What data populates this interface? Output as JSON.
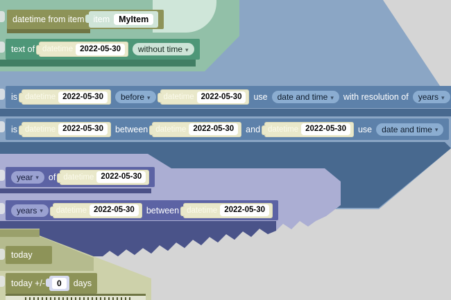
{
  "workspace": {
    "background_gray": "#d5d5d5",
    "card_colors": {
      "blue": "#8ba6c5",
      "teal": "#92c0a8",
      "mint": "#cfe6d9",
      "lavender": "#abaed3",
      "navy_shadow": "#4a5389",
      "olive_light": "#cdd1aa"
    },
    "block_colors": {
      "olive": "#8d9358",
      "teal": "#4e9778",
      "blue": "#5d81aa",
      "indigo": "#5c63a4"
    }
  },
  "blocks": {
    "datetime_from_item": {
      "label": "datetime from item",
      "item": {
        "label": "item",
        "name": "MyItem"
      }
    },
    "text_of": {
      "label": "text of",
      "datetime": {
        "label": "datetime",
        "value": "2022-05-30"
      },
      "format": "without time"
    },
    "is_compare": {
      "is": "is",
      "left": {
        "label": "datetime",
        "value": "2022-05-30"
      },
      "operator": "before",
      "right": {
        "label": "datetime",
        "value": "2022-05-30"
      },
      "use": "use",
      "use_value": "date and time",
      "resolution": "with resolution of",
      "resolution_value": "years"
    },
    "is_between": {
      "is": "is",
      "first": {
        "label": "datetime",
        "value": "2022-05-30"
      },
      "between": "between",
      "second": {
        "label": "datetime",
        "value": "2022-05-30"
      },
      "and": "and",
      "third": {
        "label": "datetime",
        "value": "2022-05-30"
      },
      "use": "use",
      "use_value": "date and time"
    },
    "year_of": {
      "unit": "year",
      "of": "of",
      "datetime": {
        "label": "datetime",
        "value": "2022-05-30"
      }
    },
    "years_between": {
      "unit": "years",
      "first": {
        "label": "datetime",
        "value": "2022-05-30"
      },
      "between": "between",
      "second": {
        "label": "datetime",
        "value": "2022-05-30"
      }
    },
    "today": {
      "label": "today"
    },
    "today_offset": {
      "prefix": "today +/-",
      "days_value": "0",
      "suffix": "days"
    }
  },
  "icons": {
    "dropdown_arrow": "▾"
  }
}
